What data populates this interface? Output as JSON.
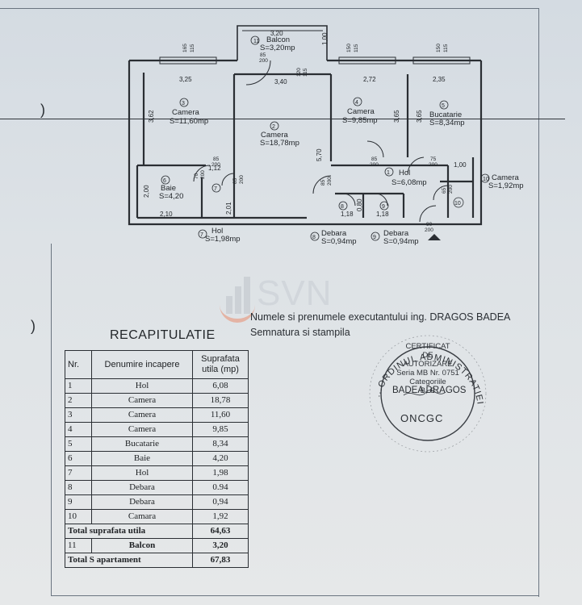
{
  "rooms": [
    {
      "num": "11",
      "name": "Balcon",
      "area": "S=3,20mp"
    },
    {
      "num": "3",
      "name": "Camera",
      "area": "S=11,60mp"
    },
    {
      "num": "2",
      "name": "Camera",
      "area": "S=18,78mp"
    },
    {
      "num": "4",
      "name": "Camera",
      "area": "S=9,85mp"
    },
    {
      "num": "5",
      "name": "Bucatarie",
      "area": "S=8,34mp"
    },
    {
      "num": "6",
      "name": "Baie",
      "area": "S=4,20"
    },
    {
      "num": "7",
      "name": "",
      "area": ""
    },
    {
      "num": "1",
      "name": "Hol",
      "area": "S=6,08mp"
    },
    {
      "num": "8",
      "name": "",
      "area": ""
    },
    {
      "num": "9",
      "name": "",
      "area": ""
    },
    {
      "num": "10",
      "name": "",
      "area": ""
    }
  ],
  "outside_labels": {
    "camera10": {
      "num": "10",
      "name": "Camera",
      "area": "S=1,92mp"
    },
    "hol7": {
      "num": "7",
      "name": "Hol",
      "area": "S=1,98mp"
    },
    "debara8": {
      "num": "8",
      "name": "Debara",
      "area": "S=0,94mp"
    },
    "debara9": {
      "num": "9",
      "name": "Debara",
      "area": "S=0,94mp"
    }
  },
  "dims": {
    "balcon_w": "3,20",
    "balcon_side": "1,00",
    "balcon_door": "85\n200",
    "c3_w": "3,25",
    "c3_h": "3,62",
    "c2_w": "3,40",
    "c2_h": "5,70",
    "c4_w": "2,72",
    "c4_h": "3,65",
    "c5_w": "2,35",
    "c5_h": "3,65",
    "baie_w": "2,10",
    "baie_h": "2,00",
    "hol7_w": "1,12",
    "hol7_h": "2,01",
    "deb8_w": "1,18",
    "deb9_w": "1,18",
    "deb_h": "0,80",
    "c10_w": "1,00",
    "win1": "165\n115",
    "win2": "150\n115",
    "win3": "150\n115",
    "win4": "120\n115",
    "door_85_200": "85\n200",
    "door_75_200": "75\n200",
    "door_90_200": "90\n200",
    "door_70_200": "70\n200",
    "door_65_200": "65\n200"
  },
  "executor_line": "Numele si prenumele executantului ing. DRAGOS BADEA",
  "signature_line": "Semnatura si stampila",
  "recap": {
    "title": "RECAPITULATIE",
    "headers": {
      "nr": "Nr.",
      "room": "Denumire incapere",
      "area": "Suprafata utila (mp)"
    },
    "rows": [
      {
        "nr": "1",
        "name": "Hol",
        "area": "6,08"
      },
      {
        "nr": "2",
        "name": "Camera",
        "area": "18,78"
      },
      {
        "nr": "3",
        "name": "Camera",
        "area": "11,60"
      },
      {
        "nr": "4",
        "name": "Camera",
        "area": "9,85"
      },
      {
        "nr": "5",
        "name": "Bucatarie",
        "area": "8,34"
      },
      {
        "nr": "6",
        "name": "Baie",
        "area": "4,20"
      },
      {
        "nr": "7",
        "name": "Hol",
        "area": "1,98"
      },
      {
        "nr": "8",
        "name": "Debara",
        "area": "0.94"
      },
      {
        "nr": "9",
        "name": "Debara",
        "area": "0,94"
      },
      {
        "nr": "10",
        "name": "Camara",
        "area": "1,92"
      }
    ],
    "total_useful_label": "Total suprafata utila",
    "total_useful_value": "64,63",
    "balcony_nr": "11",
    "balcony_label": "Balcon",
    "balcony_value": "3,20",
    "total_label": "Total S apartament",
    "total_value": "67,83"
  },
  "stamp": {
    "arc_text": "...ORDINUL ADMINISTRATIEI PUBLICE",
    "line1": "CERTIFICAT",
    "line2": "DE",
    "line3": "AUTORIZARE",
    "line4": "Seria MB Nr. 0751",
    "line5": "Categoriile",
    "line6": "B, C",
    "name": "BADEA DRAGOS",
    "bottom": "ONCGC"
  },
  "watermark": "SVN",
  "colors": {
    "ink": "#23272b",
    "paper": "#dde2e6",
    "watermark_accent": "#e88c6e"
  }
}
